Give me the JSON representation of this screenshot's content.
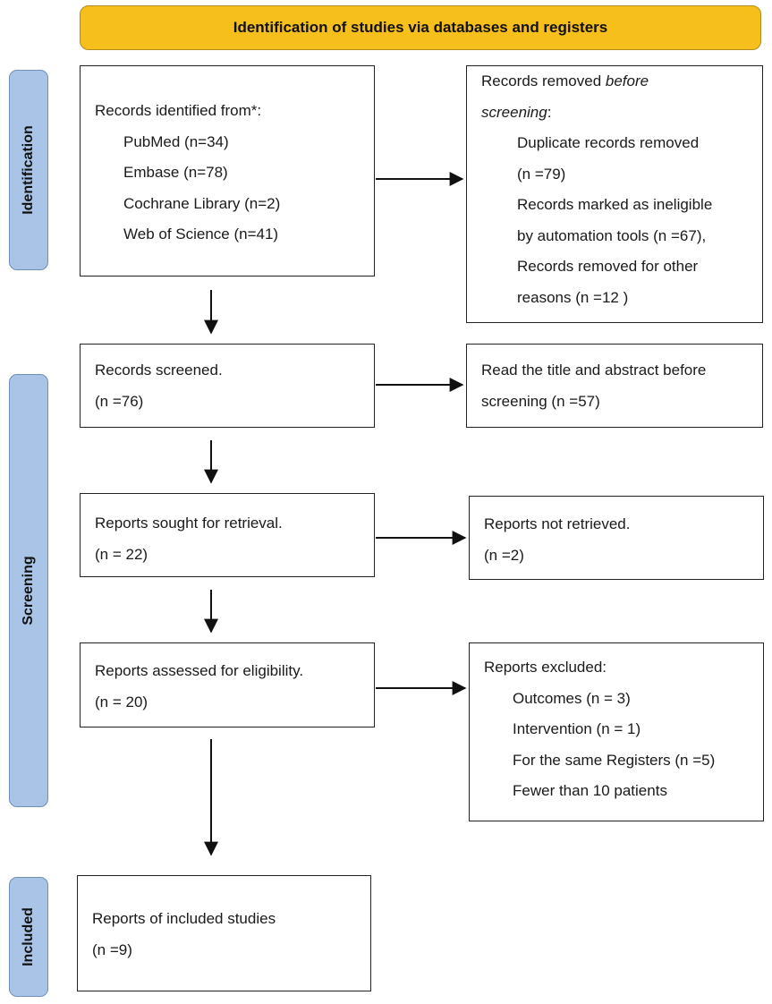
{
  "header": {
    "title": "Identification of studies via databases and registers"
  },
  "phases": {
    "identification": "Identification",
    "screening": "Screening",
    "included": "Included"
  },
  "records_identified": {
    "heading": "Records identified from*:",
    "sources": [
      "PubMed (n=34)",
      "Embase (n=78)",
      "Cochrane Library (n=2)",
      "Web of Science (n=41)"
    ]
  },
  "records_removed": {
    "heading_start": "Records removed ",
    "heading_emph": "before screening",
    "heading_end": ":",
    "lines": [
      "Duplicate records removed",
      "(n =79)",
      "Records marked as ineligible",
      "by automation tools (n =67),",
      "Records removed for other",
      "reasons (n =12 )"
    ]
  },
  "records_screened": {
    "label": "Records screened.",
    "count": "(n =76)"
  },
  "title_abstract": {
    "line1": "Read the title and abstract before",
    "line2": "screening (n =57)"
  },
  "reports_sought": {
    "label": "Reports sought for retrieval.",
    "count": "(n = 22)"
  },
  "reports_not_retrieved": {
    "label": "Reports not retrieved.",
    "count": "(n =2)"
  },
  "reports_assessed": {
    "label": "Reports assessed for eligibility.",
    "count": "(n = 20)"
  },
  "reports_excluded": {
    "heading": "Reports excluded:",
    "reasons": [
      "Outcomes (n = 3)",
      "Intervention (n = 1)",
      "For the same Registers (n =5)",
      "Fewer than 10 patients"
    ]
  },
  "included_studies": {
    "label": "Reports of included studies",
    "count": "(n =9)"
  }
}
